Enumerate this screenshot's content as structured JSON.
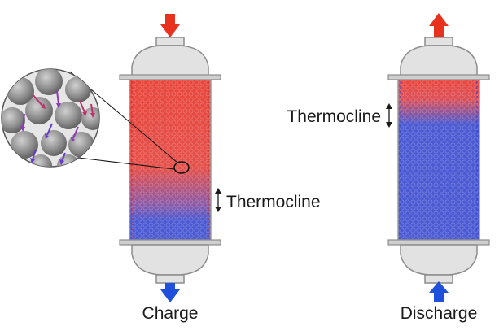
{
  "left_tank": {
    "mode_label": "Charge",
    "thermocline_label": "Thermocline",
    "arrow_top": "down-arrow-icon",
    "arrow_bottom": "down-arrow-icon"
  },
  "right_tank": {
    "mode_label": "Discharge",
    "thermocline_label": "Thermocline",
    "arrow_top": "up-arrow-icon",
    "arrow_bottom": "up-arrow-icon"
  },
  "colors": {
    "hot": "#e8463c",
    "cold": "#4b5ad2",
    "hot_arrow": "#e8321e",
    "cold_arrow": "#1e50dc",
    "vessel_fill": "#e2e2e2",
    "vessel_stroke": "#8c8c8c",
    "text": "#1a1a1a"
  }
}
